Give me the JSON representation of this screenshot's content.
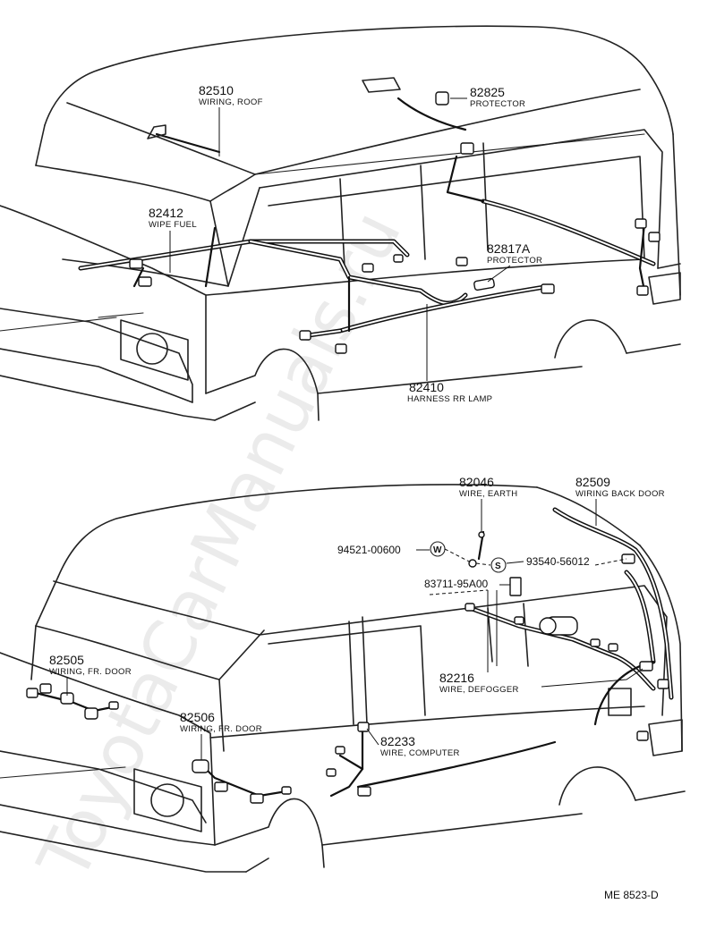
{
  "watermark": "ToyotaCarManuals.ru",
  "drawing_code": "ME  8523-D",
  "top_view": {
    "labels": [
      {
        "number": "82510",
        "name": "WIRING, ROOF"
      },
      {
        "number": "82825",
        "name": "PROTECTOR"
      },
      {
        "number": "82412",
        "name": "WIPE FUEL"
      },
      {
        "number": "82817A",
        "name": "PROTECTOR"
      },
      {
        "number": "82410",
        "name": "HARNESS RR LAMP"
      }
    ]
  },
  "bottom_view": {
    "labels": [
      {
        "number": "82046",
        "name": "WIRE, EARTH"
      },
      {
        "number": "82509",
        "name": "WIRING BACK DOOR"
      },
      {
        "number": "82505",
        "name": "WIRING, FR. DOOR"
      },
      {
        "number": "82506",
        "name": "WIRING, FR. DOOR"
      },
      {
        "number": "82233",
        "name": "WIRE, COMPUTER"
      },
      {
        "number": "82216",
        "name": "WIRE, DEFOGGER"
      }
    ],
    "fasteners": [
      {
        "code": "94521-00600",
        "symbol": "W"
      },
      {
        "code": "93540-56012",
        "symbol": "S"
      },
      {
        "code": "83711-95A00",
        "symbol": ""
      }
    ]
  }
}
